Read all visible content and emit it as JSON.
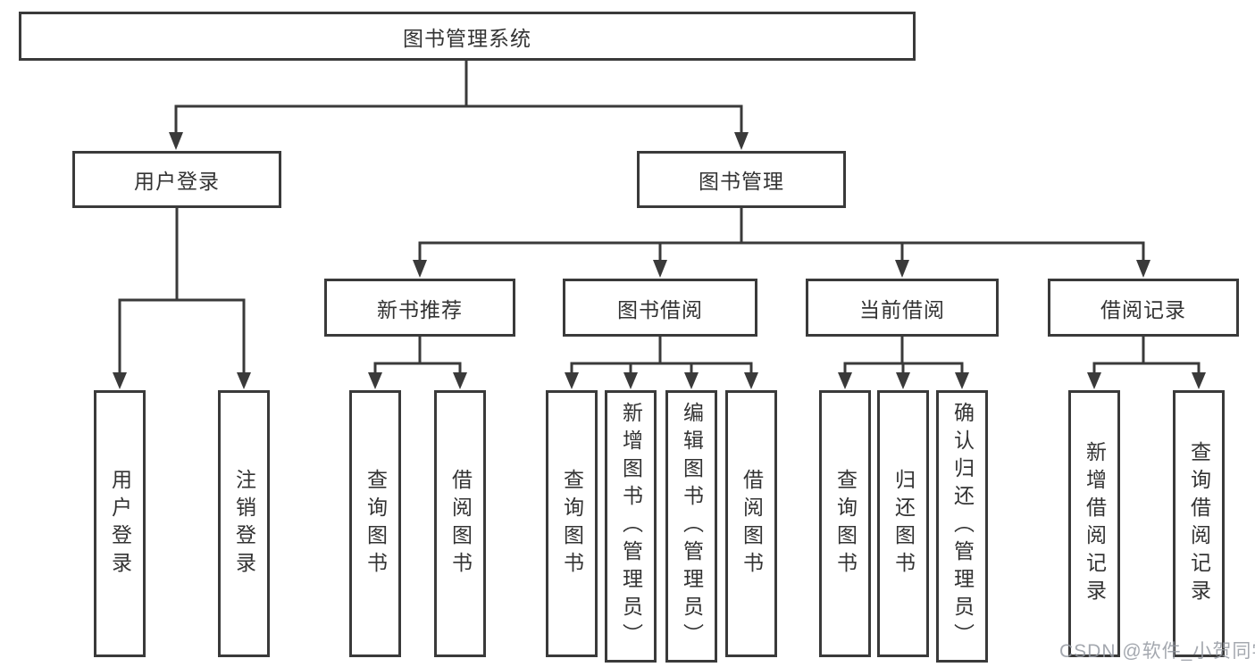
{
  "tree": {
    "root": {
      "label": "图书管理系统"
    },
    "branches": [
      {
        "label": "用户登录",
        "leaves": [
          "用户登录",
          "注销登录"
        ]
      },
      {
        "label": "图书管理",
        "children": [
          {
            "label": "新书推荐",
            "leaves": [
              "查询图书",
              "借阅图书"
            ]
          },
          {
            "label": "图书借阅",
            "leaves": [
              "查询图书",
              "新增图书（管理员）",
              "编辑图书（管理员）",
              "借阅图书"
            ]
          },
          {
            "label": "当前借阅",
            "leaves": [
              "查询图书",
              "归还图书",
              "确认归还（管理员）"
            ]
          },
          {
            "label": "借阅记录",
            "leaves": [
              "新增借阅记录",
              "查询借阅记录"
            ]
          }
        ]
      }
    ]
  },
  "watermark": {
    "text": "CSDN @软件_小贺同学"
  },
  "colors": {
    "stroke": "#3a3a3a",
    "text": "#333333",
    "background": "#ffffff",
    "watermark": "#9499a1"
  }
}
